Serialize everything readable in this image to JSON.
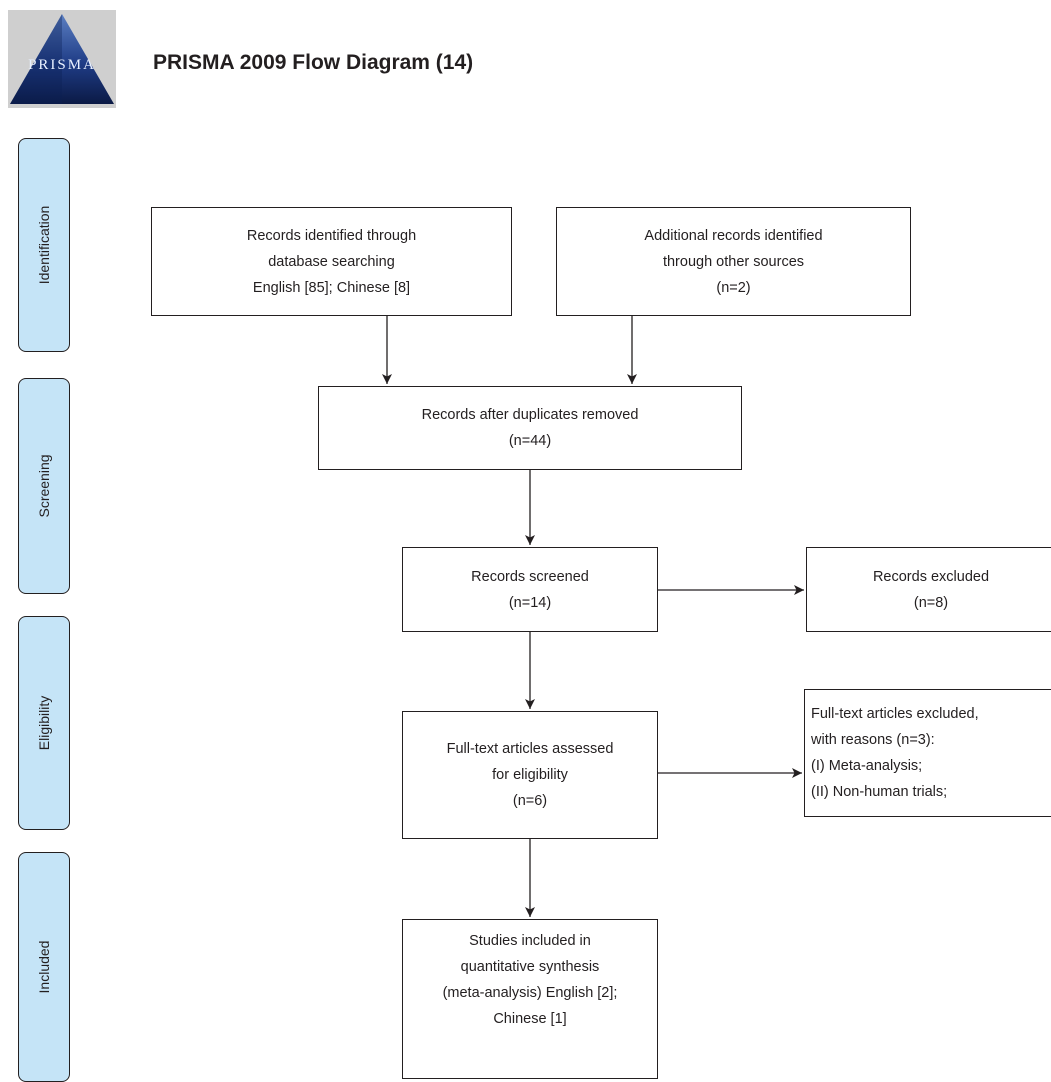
{
  "header": {
    "logo_text": "PRISMA",
    "title": "PRISMA 2009 Flow Diagram (14)"
  },
  "phases": {
    "identification": "Identification",
    "screening": "Screening",
    "eligibility": "Eligibility",
    "included": "Included"
  },
  "boxes": {
    "database_search": {
      "lines": [
        "Records identified through",
        "database searching",
        "English [85]; Chinese [8]"
      ]
    },
    "other_sources": {
      "lines": [
        "Additional records identified",
        "through other sources",
        "(n=2)"
      ]
    },
    "after_duplicates": {
      "lines": [
        "Records after duplicates removed",
        "(n=44)"
      ]
    },
    "screened": {
      "lines": [
        "Records screened",
        "(n=14)"
      ]
    },
    "excluded": {
      "lines": [
        "Records excluded",
        "(n=8)"
      ]
    },
    "full_text": {
      "lines": [
        "Full-text articles assessed",
        "for eligibility",
        "(n=6)"
      ]
    },
    "full_text_excluded": {
      "lines": [
        "Full-text articles excluded,",
        "with reasons (n=3):",
        "(I) Meta-analysis;",
        "(II) Non-human trials;"
      ]
    },
    "included": {
      "lines": [
        "Studies included in",
        "quantitative synthesis",
        "(meta-analysis) English [2];",
        "Chinese [1]"
      ]
    }
  },
  "colors": {
    "phase_fill": "#c5e4f7",
    "line": "#231f20"
  }
}
